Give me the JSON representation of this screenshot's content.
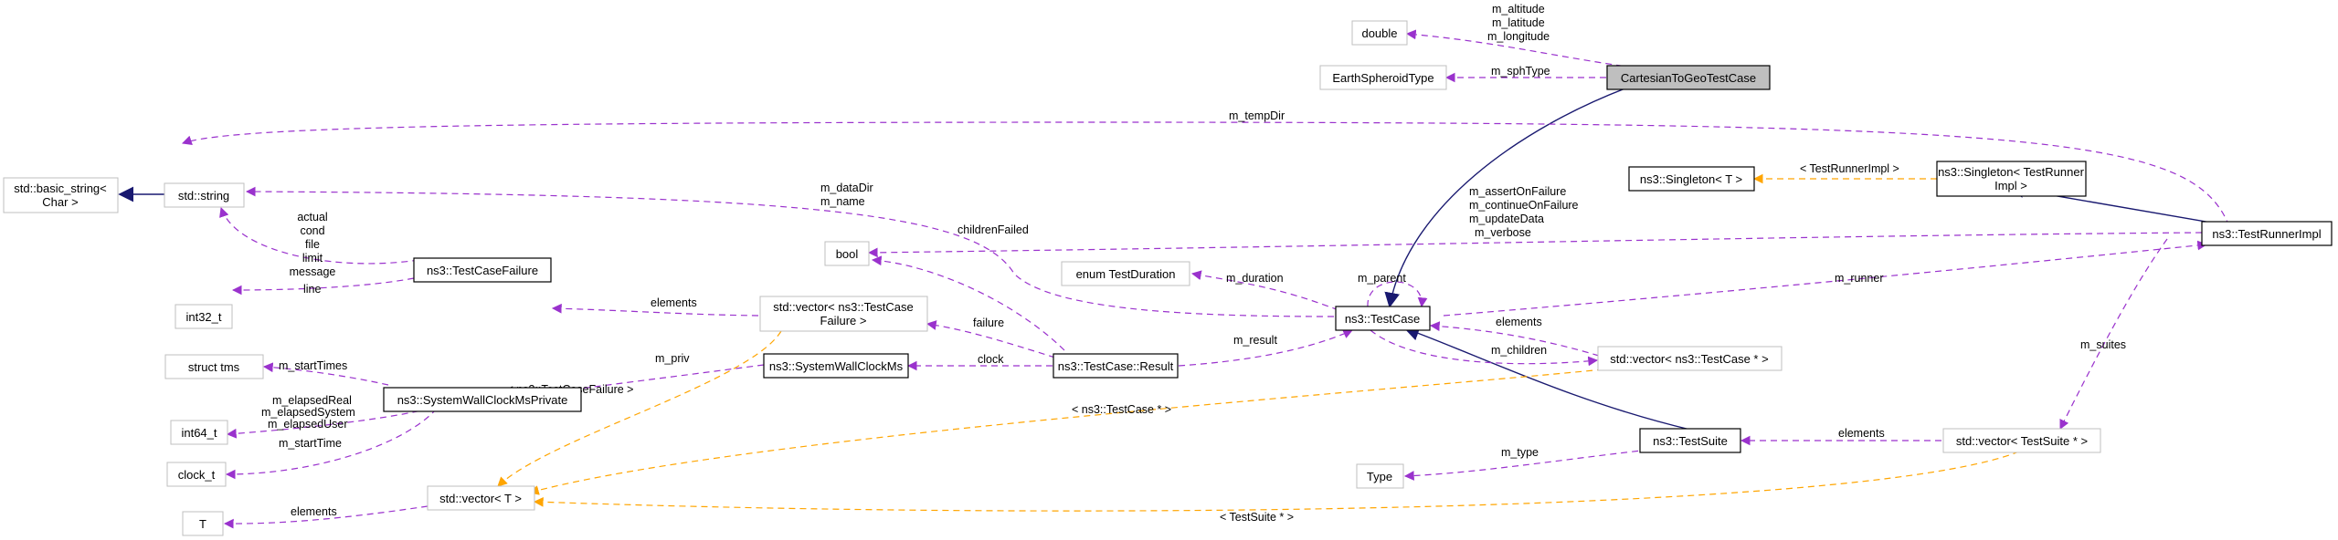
{
  "nodes": {
    "double": "double",
    "earth_spheroid_type": "EarthSpheroidType",
    "cartesian_to_geo_test_case": "CartesianToGeoTestCase",
    "std_basic_string": [
      "std::basic_string<",
      "Char >"
    ],
    "std_string": "std::string",
    "ns3_singleton_t": "ns3::Singleton< T >",
    "ns3_singleton_test_runner_impl": [
      "ns3::Singleton< TestRunner",
      "Impl >"
    ],
    "ns3_test_runner_impl": "ns3::TestRunnerImpl",
    "bool": "bool",
    "enum_test_duration": "enum TestDuration",
    "int32_t": "int32_t",
    "ns3_test_case_failure": "ns3::TestCaseFailure",
    "vector_test_case_failure": [
      "std::vector< ns3::TestCase",
      "Failure >"
    ],
    "ns3_test_case": "ns3::TestCase",
    "struct_tms": "struct tms",
    "ns3_system_wall_clock_ms_private": "ns3::SystemWallClockMsPrivate",
    "ns3_system_wall_clock_ms": "ns3::SystemWallClockMs",
    "ns3_test_case_result": "ns3::TestCase::Result",
    "vector_test_case_ptr": "std::vector< ns3::TestCase * >",
    "int64_t": "int64_t",
    "clock_t": "clock_t",
    "ns3_test_suite": "ns3::TestSuite",
    "vector_test_suite_ptr": "std::vector< TestSuite * >",
    "type": "Type",
    "vector_t": "std::vector< T >",
    "t": "T"
  },
  "edge_labels": {
    "double_members": [
      "m_altitude",
      "m_latitude",
      "m_longitude"
    ],
    "sph_type": "m_sphType",
    "temp_dir": "m_tempDir",
    "singleton_tmpl": "< TestRunnerImpl >",
    "data_dir_name": [
      "m_dataDir",
      "m_name"
    ],
    "bool_members": [
      "m_assertOnFailure",
      "m_continueOnFailure",
      "m_updateData",
      "m_verbose"
    ],
    "failure_strings": [
      "actual",
      "cond",
      "file",
      "limit",
      "message"
    ],
    "children_failed": "childrenFailed",
    "duration": "m_duration",
    "parent": "m_parent",
    "runner": "m_runner",
    "line": "line",
    "elements_failure": "elements",
    "failure": "failure",
    "elements_cases": "elements",
    "start_times": "m_startTimes",
    "priv": "m_priv",
    "clock": "clock",
    "result": "m_result",
    "children": "m_children",
    "suites": "m_suites",
    "failure_tmpl": "< ns3::TestCaseFailure >",
    "elapsed": [
      "m_elapsedReal",
      "m_elapsedSystem",
      "m_elapsedUser"
    ],
    "case_ptr_tmpl": "< ns3::TestCase * >",
    "start_time": "m_startTime",
    "m_type": "m_type",
    "elements_suites": "elements",
    "elements_t": "elements",
    "suite_ptr_tmpl": "< TestSuite * >"
  },
  "colors": {
    "usage_edge": "#9a32cd",
    "template_edge": "#ffa500",
    "inherit_edge": "#191970",
    "highlight_fill": "#bfbfbf",
    "gray_border": "#bfbfbf",
    "black_border": "#000000"
  }
}
